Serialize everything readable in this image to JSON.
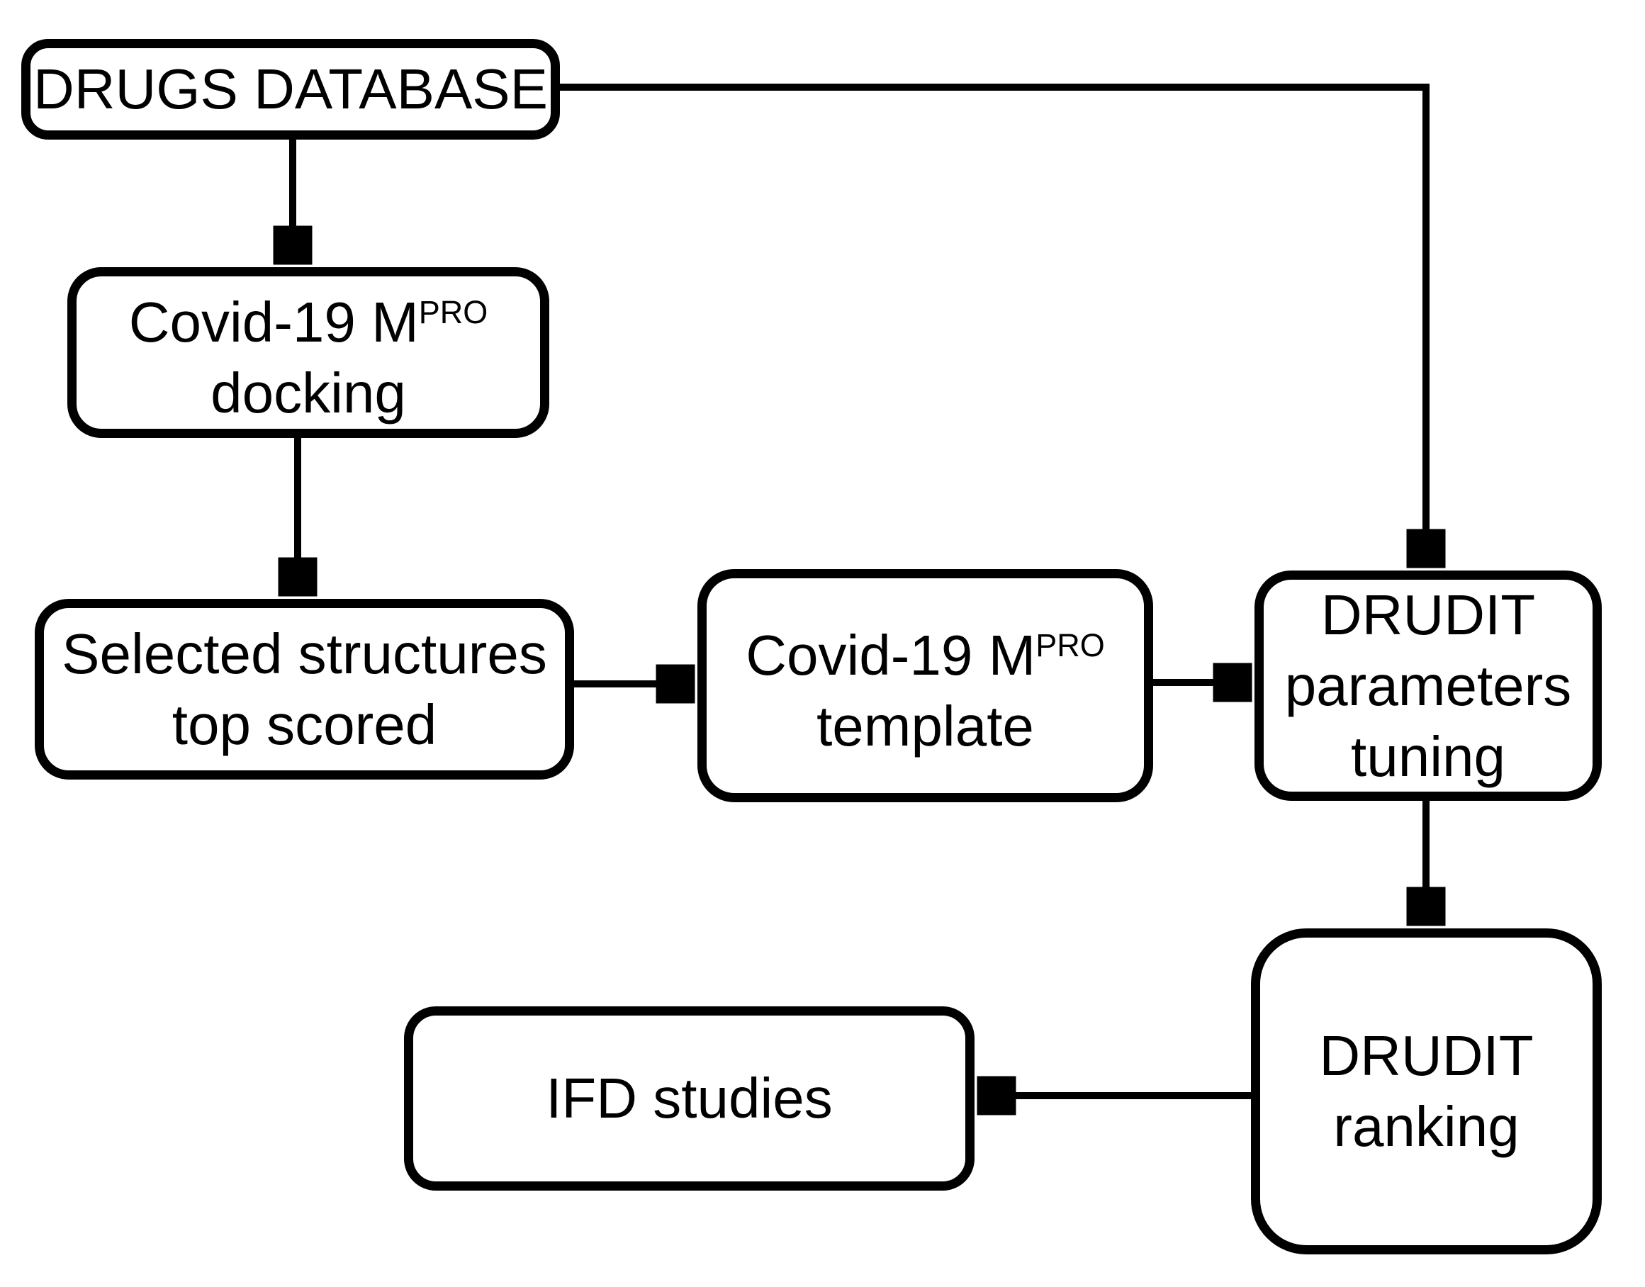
{
  "diagram": {
    "type": "flowchart",
    "background_color": "#ffffff",
    "stroke_color": "#000000",
    "nodes": {
      "drugs_database": {
        "label": "DRUGS DATABASE"
      },
      "docking": {
        "line1": "Covid-19 M",
        "sup": "PRO",
        "line2": "docking"
      },
      "selected_structures": {
        "line1": "Selected structures",
        "line2": "top scored"
      },
      "template": {
        "line1": "Covid-19 M",
        "sup": "PRO",
        "line2": "template"
      },
      "drudit_tuning": {
        "line1": "DRUDIT",
        "line2": "parameters",
        "line3": "tuning"
      },
      "drudit_ranking": {
        "line1": "DRUDIT",
        "line2": "ranking"
      },
      "ifd_studies": {
        "label": "IFD studies"
      }
    },
    "edges": [
      {
        "from": "drugs_database",
        "to": "docking",
        "shape": "straight-down"
      },
      {
        "from": "docking",
        "to": "selected_structures",
        "shape": "straight-down"
      },
      {
        "from": "selected_structures",
        "to": "template",
        "shape": "straight-right"
      },
      {
        "from": "template",
        "to": "drudit_tuning",
        "shape": "straight-right"
      },
      {
        "from": "drugs_database",
        "to": "drudit_tuning",
        "shape": "right-then-down"
      },
      {
        "from": "drudit_tuning",
        "to": "drudit_ranking",
        "shape": "straight-down"
      },
      {
        "from": "drudit_ranking",
        "to": "ifd_studies",
        "shape": "straight-left"
      }
    ]
  }
}
